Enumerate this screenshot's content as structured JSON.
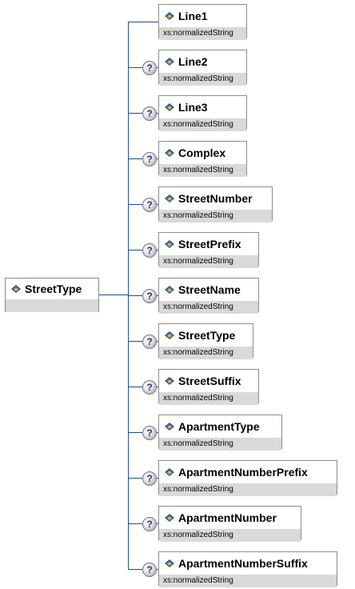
{
  "root": {
    "name": "StreetType"
  },
  "elements": [
    {
      "name": "Line1",
      "type": "xs:normalizedString",
      "optional": false
    },
    {
      "name": "Line2",
      "type": "xs:normalizedString",
      "optional": true
    },
    {
      "name": "Line3",
      "type": "xs:normalizedString",
      "optional": true
    },
    {
      "name": "Complex",
      "type": "xs:normalizedString",
      "optional": true
    },
    {
      "name": "StreetNumber",
      "type": "xs:normalizedString",
      "optional": true
    },
    {
      "name": "StreetPrefix",
      "type": "xs:normalizedString",
      "optional": true
    },
    {
      "name": "StreetName",
      "type": "xs:normalizedString",
      "optional": true
    },
    {
      "name": "StreetType",
      "type": "xs:normalizedString",
      "optional": true
    },
    {
      "name": "StreetSuffix",
      "type": "xs:normalizedString",
      "optional": true
    },
    {
      "name": "ApartmentType",
      "type": "xs:normalizedString",
      "optional": true
    },
    {
      "name": "ApartmentNumberPrefix",
      "type": "xs:normalizedString",
      "optional": true
    },
    {
      "name": "ApartmentNumber",
      "type": "xs:normalizedString",
      "optional": true
    },
    {
      "name": "ApartmentNumberSuffix",
      "type": "xs:normalizedString",
      "optional": true
    }
  ],
  "optional_marker": "?",
  "colors": {
    "connector": "#1f4e8c",
    "icon_blue": "#2a5db0",
    "icon_yellow": "#f2b705",
    "type_band": "#d9d9d9",
    "border": "#8c8c8c"
  }
}
